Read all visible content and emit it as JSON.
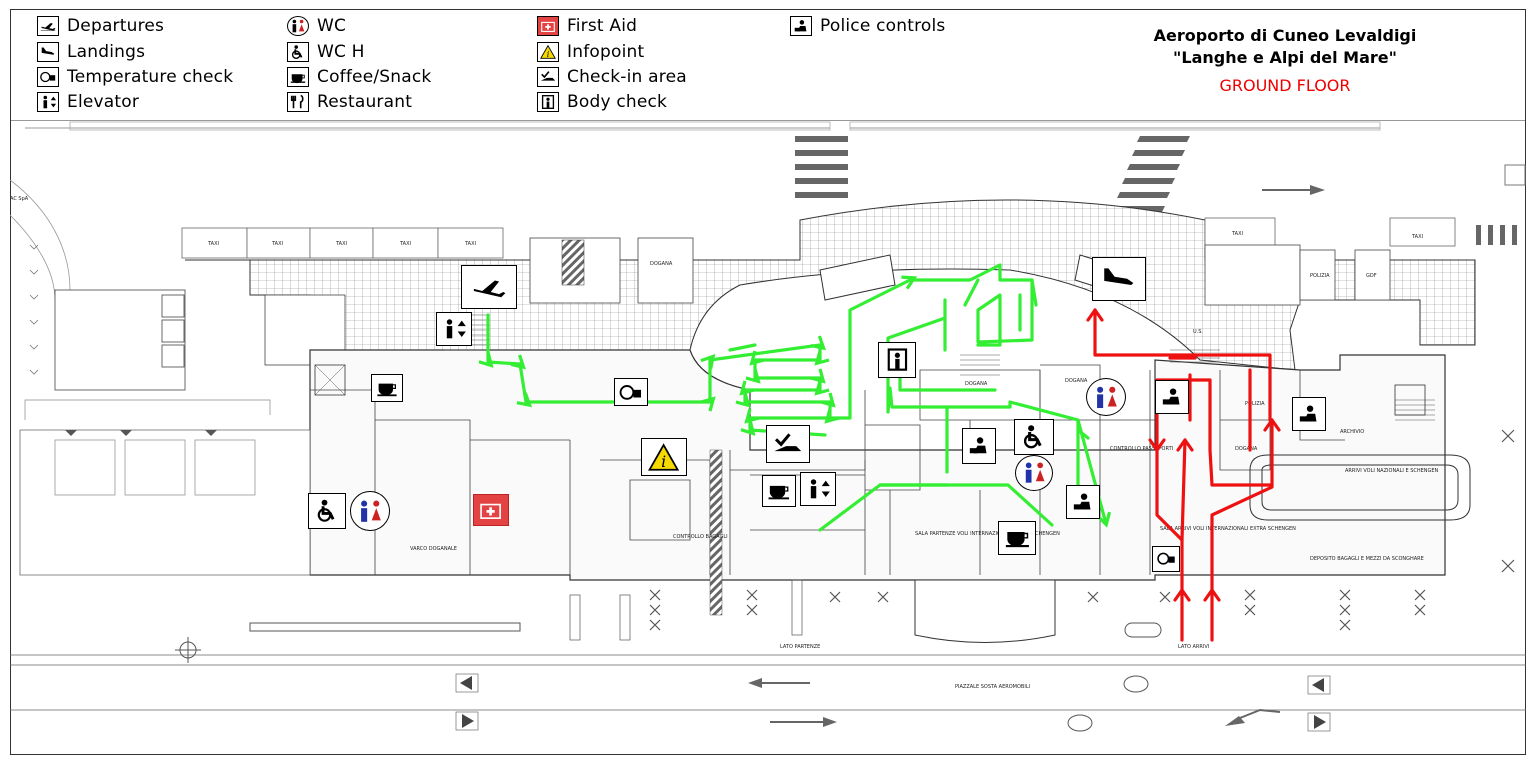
{
  "legend": {
    "col1": [
      {
        "icon": "departures-icon",
        "label": "Departures"
      },
      {
        "icon": "landings-icon",
        "label": "Landings"
      },
      {
        "icon": "temperature-check-icon",
        "label": "Temperature check"
      },
      {
        "icon": "elevator-icon",
        "label": "Elevator"
      }
    ],
    "col2": [
      {
        "icon": "wc-icon",
        "label": "WC"
      },
      {
        "icon": "wc-h-icon",
        "label": "WC H"
      },
      {
        "icon": "coffee-icon",
        "label": "Coffee/Snack"
      },
      {
        "icon": "restaurant-icon",
        "label": "Restaurant"
      }
    ],
    "col3": [
      {
        "icon": "first-aid-icon",
        "label": "First Aid"
      },
      {
        "icon": "infopoint-icon",
        "label": "Infopoint"
      },
      {
        "icon": "check-in-icon",
        "label": "Check-in area"
      },
      {
        "icon": "body-check-icon",
        "label": "Body check"
      }
    ],
    "col4": [
      {
        "icon": "police-icon",
        "label": "Police controls"
      }
    ]
  },
  "title": {
    "line1": "Aeroporto di Cuneo Levaldigi",
    "line2": "\"Langhe e Alpi del Mare\"",
    "floor": "GROUND FLOOR"
  },
  "colors": {
    "departure_route": "#33ee33",
    "arrival_route": "#ee1111",
    "floor_label": "#ee0000",
    "first_aid": "#e34343",
    "infopoint": "#f5d800"
  },
  "map_labels": {
    "taxi": "TAXI",
    "dogana": "DOGANA",
    "polizia": "POLIZIA",
    "gdf": "GDF",
    "us": "U.S.",
    "lato_partenze": "LATO PARTENZE",
    "lato_arrivi": "LATO ARRIVI",
    "piazzale": "PIAZZALE SOSTA AEROMOBILI",
    "varco_doganale": "VARCO DOGANALE",
    "controllo_bagagli": "CONTROLLO BAGAGLI",
    "controllo_passaporti": "CONTROLLO PASSAPORTI",
    "sala_partenze": "SALA PARTENZE VOLI INTERNAZIONALI EXTRA SCHENGEN",
    "sala_arrivi": "SALA ARRIVI VOLI INTERNAZIONALI EXTRA SCHENGEN",
    "arrivi": "ARRIVI VOLI NAZIONALI E SCHENGEN",
    "deposito": "DEPOSITO BAGAGLI E MEZZI DA SCONGHARE",
    "archivio": "ARCHIVIO",
    "ac_spa": "AC SpA"
  }
}
